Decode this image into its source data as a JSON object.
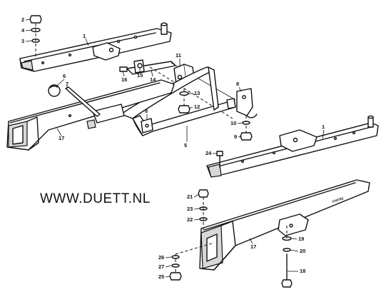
{
  "watermark": "WWW.DUETT.NL",
  "frame_stamp": "CHITRE",
  "callouts": {
    "c1a": "1",
    "c1b": "1",
    "c2": "2",
    "c3": "3",
    "c4": "4",
    "c5": "5",
    "c6": "6",
    "c7": "7",
    "c8a": "8",
    "c8b": "8",
    "c9": "9",
    "c10": "10",
    "c11": "11",
    "c12": "12",
    "c13": "13",
    "c14": "14",
    "c15": "15",
    "c16": "16",
    "c17a": "17",
    "c17b": "17",
    "c18": "18",
    "c19": "19",
    "c20": "20",
    "c21": "21",
    "c22": "22",
    "c23": "23",
    "c24": "24",
    "c25": "25",
    "c26": "26",
    "c27": "27"
  }
}
